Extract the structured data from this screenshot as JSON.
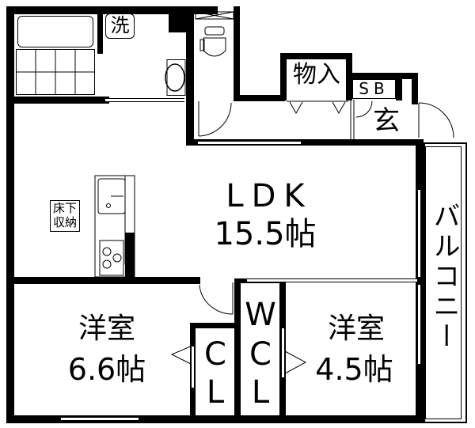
{
  "floor_plan": {
    "rooms": {
      "ldk": {
        "name": "LDK",
        "size": "15.5帖"
      },
      "western_room_1": {
        "name": "洋室",
        "size": "6.6帖"
      },
      "western_room_2": {
        "name": "洋室",
        "size": "4.5帖"
      },
      "closet": {
        "line1": "C",
        "line2": "L"
      },
      "walk_in_closet": {
        "line1": "W",
        "line2": "C",
        "line3": "L"
      },
      "storage": {
        "name": "物入"
      },
      "shoe_box": {
        "name": "SB"
      },
      "entrance": {
        "name": "玄"
      },
      "washer": {
        "name": "洗"
      },
      "underfloor_storage": {
        "line1": "床下",
        "line2": "収納"
      },
      "balcony": {
        "name": "バルコニー"
      }
    },
    "colors": {
      "wall": "#000000",
      "background": "#ffffff"
    }
  }
}
